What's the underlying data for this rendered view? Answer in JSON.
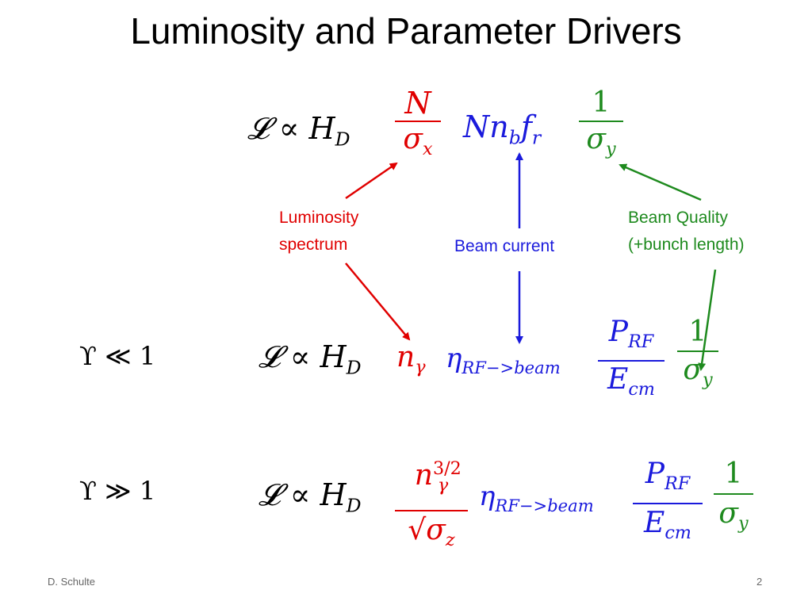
{
  "title": "Luminosity and Parameter Drivers",
  "eq1": {
    "lhs": "𝓛 ∝ H",
    "lhs_sub": "D",
    "frac1_num": "N",
    "frac1_den": "σ",
    "frac1_den_sub": "x",
    "mid": "Nn",
    "mid_sub1": "b",
    "mid_f": "f",
    "mid_sub2": "r",
    "frac2_num": "1",
    "frac2_den": "σ",
    "frac2_den_sub": "y"
  },
  "labels": {
    "luminosity_spectrum": [
      "Luminosity",
      "spectrum"
    ],
    "beam_current": "Beam current",
    "beam_quality": [
      "Beam Quality",
      "(+bunch length)"
    ]
  },
  "eq2": {
    "condition": "ϒ ≪ 1",
    "lhs": "𝓛 ∝ H",
    "lhs_sub": "D",
    "n": "n",
    "n_sub": "γ",
    "eta": "η",
    "eta_sub": "RF−>beam",
    "frac_num": "P",
    "frac_num_sub": "RF",
    "frac_den": "E",
    "frac_den_sub": "cm",
    "frac2_num": "1",
    "frac2_den": "σ",
    "frac2_den_sub": "y"
  },
  "eq3": {
    "condition": "ϒ ≫ 1",
    "lhs": "𝓛 ∝ H",
    "lhs_sub": "D",
    "frac1_num": "n",
    "frac1_num_sup": "3/2",
    "frac1_num_sub": "γ",
    "frac1_den": "√σ",
    "frac1_den_sub": "z",
    "eta": "η",
    "eta_sub": "RF−>beam",
    "frac_num": "P",
    "frac_num_sub": "RF",
    "frac_den": "E",
    "frac_den_sub": "cm",
    "frac2_num": "1",
    "frac2_den": "σ",
    "frac2_den_sub": "y"
  },
  "footer": {
    "author": "D. Schulte",
    "page": "2"
  },
  "colors": {
    "red": "#e00000",
    "blue": "#1a1adc",
    "green": "#1e8a1e"
  }
}
